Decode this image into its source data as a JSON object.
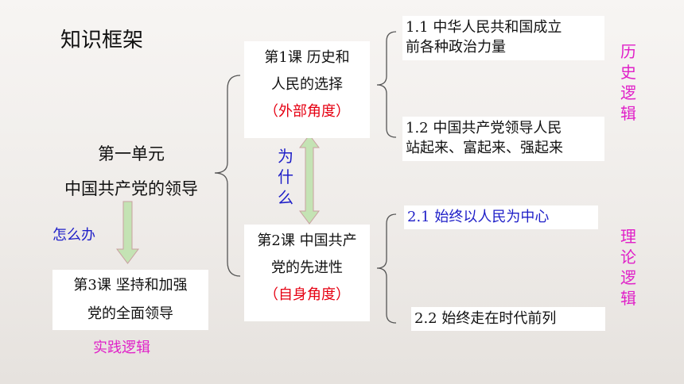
{
  "title": "知识框架",
  "unit": {
    "line1": "第一单元",
    "line2": "中国共产党的领导"
  },
  "how_label": "怎么办",
  "why_label": [
    "为",
    "什",
    "么"
  ],
  "lesson1": {
    "line1": "第1课  历史和",
    "line2": "人民的选择",
    "angle": "（外部角度）"
  },
  "lesson2": {
    "line1": "第2课 中国共产",
    "line2": "党的先进性",
    "angle": "（自身角度）"
  },
  "lesson3": {
    "line1": "第3课 坚持和加强",
    "line2": "党的全面领导",
    "logic": "实践逻辑"
  },
  "item_1_1": {
    "line1": "1.1 中华人民共和国成立",
    "line2": "前各种政治力量"
  },
  "item_1_2": {
    "line1": "1.2  中国共产党领导人民",
    "line2": "站起来、富起来、强起来"
  },
  "item_2_1": "2.1 始终以人民为中心",
  "item_2_2": "2.2 始终走在时代前列",
  "history_logic": [
    "历",
    "史",
    "逻",
    "辑"
  ],
  "theory_logic": [
    "理",
    "论",
    "逻",
    "辑"
  ],
  "colors": {
    "red": "#e60012",
    "blue": "#1f1fc8",
    "magenta": "#e020c8",
    "arrow_fill": "#c4e3b4",
    "arrow_stroke": "#c9a0a0"
  }
}
